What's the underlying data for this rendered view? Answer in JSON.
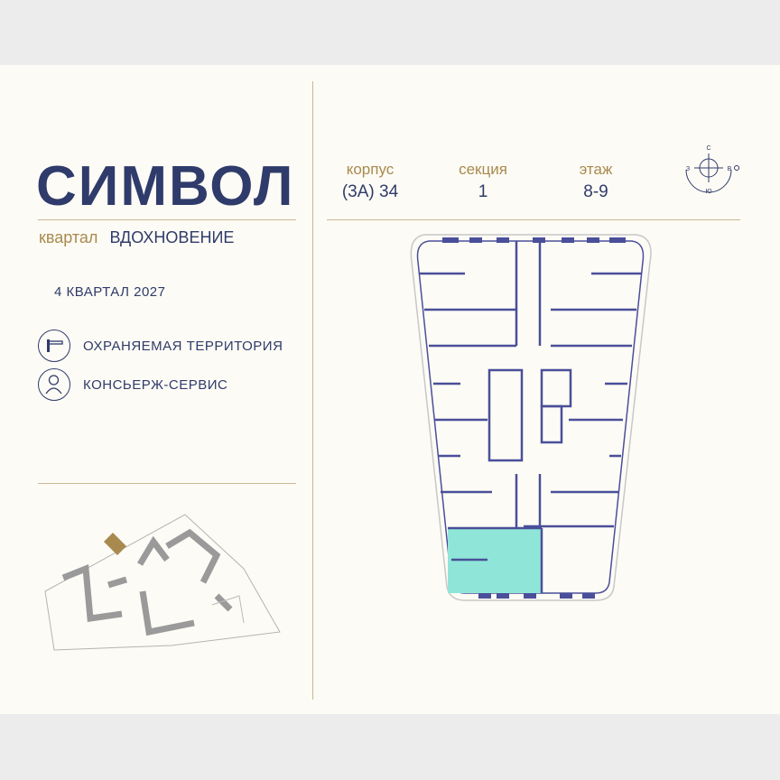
{
  "brand": {
    "title": "СИМВОЛ"
  },
  "district": {
    "label": "квартал",
    "name": "ВДОХНОВЕНИЕ"
  },
  "completion": "4 КВАРТАЛ 2027",
  "features": [
    {
      "icon": "barrier-icon",
      "label": "ОХРАНЯЕМАЯ ТЕРРИТОРИЯ"
    },
    {
      "icon": "concierge-icon",
      "label": "КОНСЬЕРЖ-СЕРВИС"
    }
  ],
  "building": {
    "korpus_label": "корпус",
    "korpus_value": "(3А) 34",
    "section_label": "секция",
    "section_value": "1",
    "floor_label": "этаж",
    "floor_value": "8-9"
  },
  "compass": {
    "n": "С",
    "s": "Ю",
    "w": "З",
    "e": "В"
  },
  "colors": {
    "navy": "#2f3b6b",
    "gold": "#a88a4f",
    "highlight": "#8fe6d8",
    "wall": "#4a4f9a"
  }
}
